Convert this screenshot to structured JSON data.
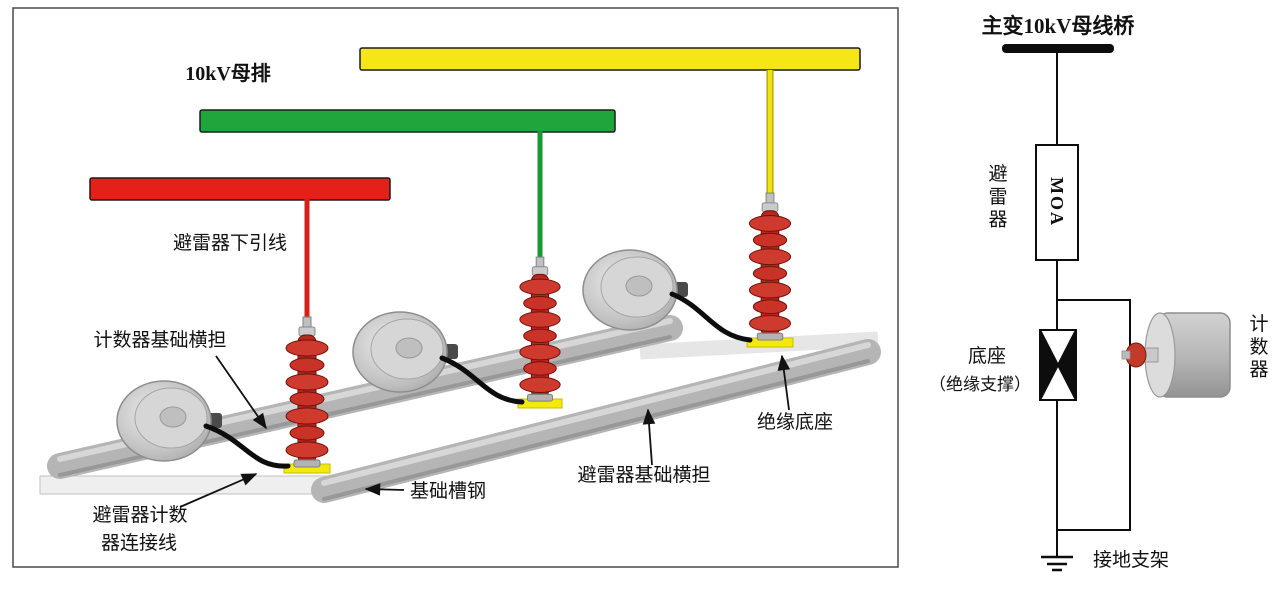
{
  "left_panel": {
    "labels": {
      "busbar": "10kV母排",
      "down_lead": "避雷器下引线",
      "counter_crossarm": "计数器基础横担",
      "insulating_base": "绝缘底座",
      "base_channel": "基础槽钢",
      "arrester_crossarm": "避雷器基础横担",
      "connect_line1": "避雷器计数",
      "connect_line2": "器连接线"
    }
  },
  "right_panel": {
    "title": "主变10kV母线桥",
    "arrester": "避雷器",
    "moa": "MOA",
    "base_line1": "底座",
    "base_line2": "（绝缘支撑）",
    "ground": "接地支架",
    "counter": "计数器"
  },
  "colors": {
    "busbar_red": "#e32119",
    "busbar_green": "#1ea53b",
    "busbar_yellow": "#f5e616",
    "lead_red": "#d42016",
    "lead_green": "#18982f",
    "lead_yellow": "#efe312",
    "line_black": "#0d0d0d"
  }
}
